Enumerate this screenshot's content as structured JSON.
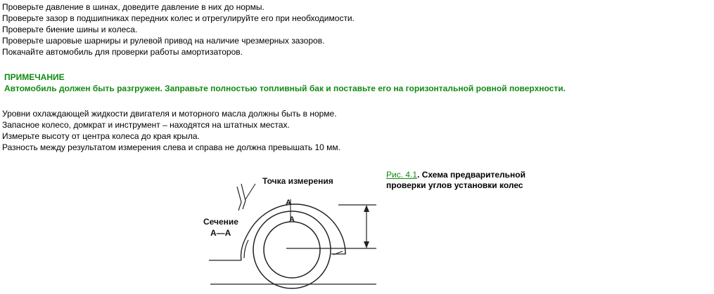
{
  "intro_checks": [
    "Проверьте давление в шинах, доведите давление в них до нормы.",
    "Проверьте зазор в подшипниках передних колес и отрегулируйте его при необходимости.",
    "Проверьте биение шины и колеса.",
    "Проверьте шаровые шарниры и рулевой привод на наличие чрезмерных зазоров.",
    "Покачайте автомобиль для проверки работы амортизаторов."
  ],
  "note": {
    "title": "ПРИМЕЧАНИЕ",
    "body": "Автомобиль должен быть разгружен. Заправьте полностью топливный бак и поставьте его на горизонтальной ровной поверхности.",
    "color": "#118a11"
  },
  "level_checks": [
    "Уровни охлаждающей жидкости двигателя и моторного масла должны быть в норме.",
    "Запасное колесо, домкрат и инструмент – находятся на штатных местах.",
    "Измерьте высоту от центра колеса до края крыла.",
    "Разность между результатом измерения слева и справа не должна превышать 10 мм."
  ],
  "figure": {
    "measure_point_label": "Точка измерения",
    "section_label_line1": "Сечение",
    "section_label_line2": "A—A",
    "marker_top": "A",
    "marker_inner": "A"
  },
  "caption": {
    "link_text": "Рис. 4.1",
    "line1_rest": ". Схема предварительной",
    "line2": "проверки углов установки колес"
  }
}
